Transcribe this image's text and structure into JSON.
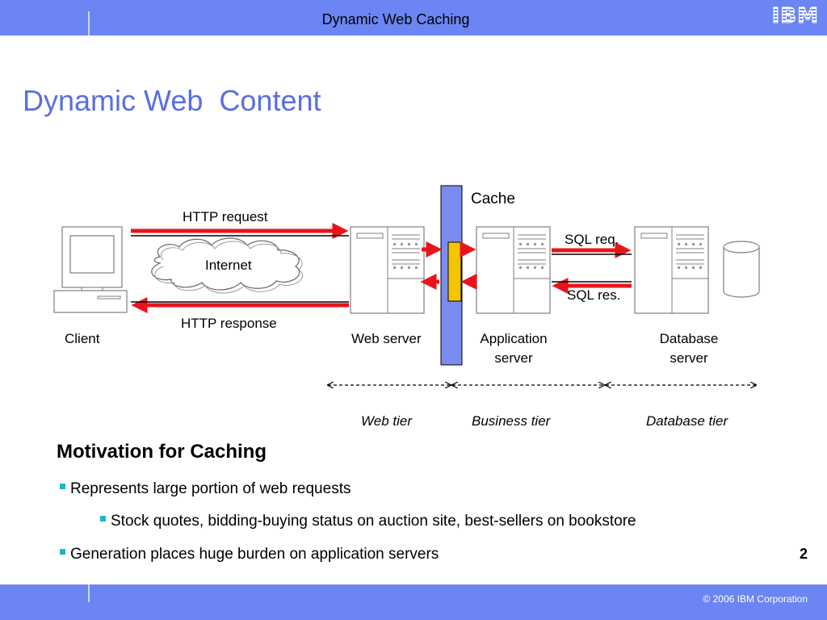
{
  "header": {
    "title": "Dynamic Web Caching",
    "logo": "IBM"
  },
  "slide": {
    "title": "Dynamic Web  Content"
  },
  "diagram": {
    "cache_label": "Cache",
    "http_request": "HTTP request",
    "http_response": "HTTP response",
    "internet": "Internet",
    "sql_req": "SQL req.",
    "sql_res": "SQL res.",
    "client": "Client",
    "web_server": "Web server",
    "app_server_line1": "Application",
    "app_server_line2": "server",
    "db_server_line1": "Database",
    "db_server_line2": "server",
    "tiers": [
      "Web tier",
      "Business tier",
      "Database tier"
    ]
  },
  "motivation": {
    "title": "Motivation for Caching",
    "bullets": [
      "Represents large portion of web requests",
      "Stock quotes, bidding-buying status on auction site, best-sellers on bookstore",
      "Generation places huge burden on application servers"
    ]
  },
  "page_number": "2",
  "footer": {
    "copyright": "© 2006 IBM Corporation"
  },
  "colors": {
    "bar": "#6b86f2",
    "title": "#5a6ee0",
    "arrow": "#e8141c",
    "cache_bar": "#7b8cf0",
    "cache_box": "#f5c400",
    "bullet": "#1fb5c9"
  }
}
